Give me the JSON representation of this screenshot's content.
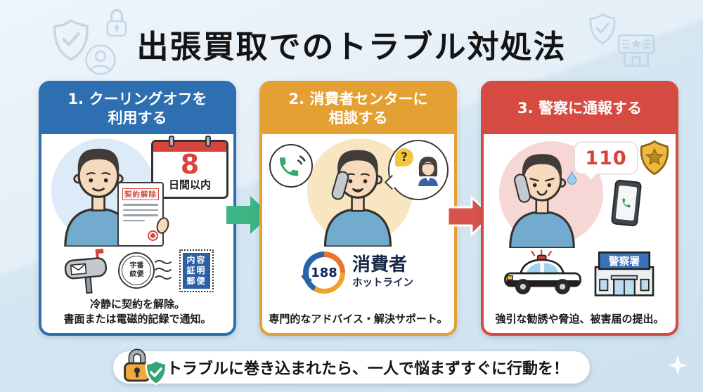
{
  "title": "出張買取でのトラブル対処法",
  "colors": {
    "step1_accent": "#2d6fb0",
    "step2_accent": "#e5a033",
    "step3_accent": "#d54a41",
    "arrow_green": "#3cb484",
    "arrow_red": "#d9534a",
    "background_blue": "#d8e8f3",
    "hotline_navy": "#12265c",
    "emergency_red": "#d9403a"
  },
  "icons": {
    "step1": [
      "calendar-icon",
      "contract-icon",
      "mailbox-icon",
      "postmark-icon",
      "certified-mail-stamp-icon"
    ],
    "step2": [
      "phone-icon",
      "question-bubble-icon",
      "advisor-icon",
      "hotline-188-logo-icon"
    ],
    "step3": [
      "emergency-bubble-icon",
      "police-badge-icon",
      "smartphone-icon",
      "police-car-icon",
      "police-station-icon"
    ],
    "footer": [
      "padlock-icon",
      "shield-check-icon"
    ],
    "background": [
      "shield-check-icon",
      "padlock-icon",
      "person-circle-icon",
      "storefront-icon",
      "sparkle-icon"
    ]
  },
  "steps": [
    {
      "header_line1": "1. クーリングオフを",
      "header_line2": "利用する",
      "contract_label": "契約解除",
      "calendar_number": "8",
      "calendar_unit": "日間以内",
      "postmark_line1": "宇番",
      "postmark_line2": "紋便",
      "stamp_lines": [
        "内容",
        "証明",
        "郵便"
      ],
      "caption_line1": "冷静に契約を解除。",
      "caption_line2": "書面または電磁的記録で通知。"
    },
    {
      "header_line1": "2. 消費者センターに",
      "header_line2": "相談する",
      "question_mark": "?",
      "hotline_number": "188",
      "hotline_title": "消費者",
      "hotline_subtitle": "ホットライン",
      "caption_line1": "専門的なアドバイス・解決サポート。"
    },
    {
      "header_line1": "3. 警察に通報する",
      "header_line2": "",
      "emergency_number": "110",
      "police_sign": "警察署",
      "caption_line1": "強引な勧誘や脅迫、被害届の提出。"
    }
  ],
  "footer": {
    "message": "トラブルに巻き込まれたら、一人で悩まずすぐに行動を！"
  }
}
